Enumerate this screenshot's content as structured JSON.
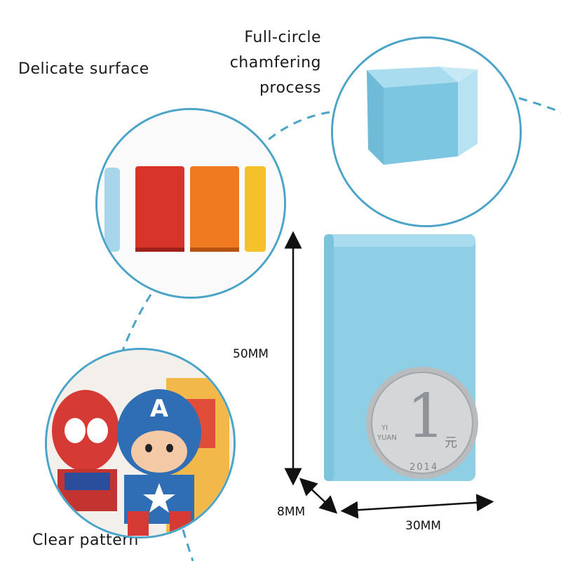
{
  "labels": {
    "delicate_surface": "Delicate surface",
    "chamfering_line1": "Full-circle",
    "chamfering_line2": "chamfering",
    "chamfering_line3": "process",
    "clear_pattern": "Clear pattern"
  },
  "dimensions": {
    "height": "50MM",
    "thickness": "8MM",
    "width": "30MM"
  },
  "coin": {
    "numeral": "1",
    "unit": "元",
    "year": "2014",
    "yi": "YI",
    "yuan": "YUAN"
  },
  "colors": {
    "accent_blue": "#4aa3c8",
    "block_blue": "#8ecfe6",
    "block_red": "#d8342a",
    "block_orange": "#ef7a1f",
    "block_yellow": "#f5c12a"
  }
}
